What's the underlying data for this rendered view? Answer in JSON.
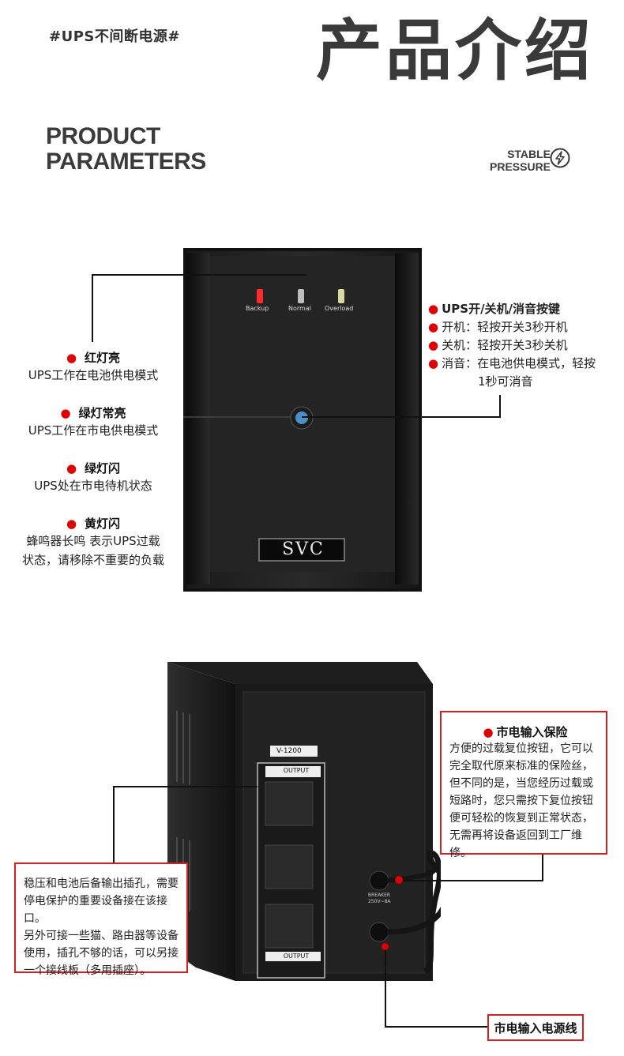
{
  "header": {
    "hashtag": "#UPS不间断电源#",
    "title": "产品介绍",
    "subtitle_line1": "PRODUCT",
    "subtitle_line2": "PARAMETERS",
    "badge_line1": "STABLE",
    "badge_line2": "PRESSURE"
  },
  "front_panel": {
    "leds": [
      "Backup",
      "Normal",
      "Overload"
    ],
    "brand": "SVC"
  },
  "left_notes": [
    {
      "title": "红灯亮",
      "body": [
        "UPS工作在电池供电模式"
      ]
    },
    {
      "title": "绿灯常亮",
      "body": [
        "UPS工作在市电供电模式"
      ]
    },
    {
      "title": "绿灯闪",
      "body": [
        "UPS处在市电待机状态"
      ]
    },
    {
      "title": "黄灯闪",
      "body": [
        "蜂鸣器长鸣 表示UPS过载",
        "状态，请移除不重要的负载"
      ]
    }
  ],
  "right_list": {
    "title": "UPS开/关机/消音按键",
    "items": [
      {
        "label": "开机：",
        "text": "轻按开关3秒开机"
      },
      {
        "label": "关机：",
        "text": "轻按开关3秒关机"
      },
      {
        "label": "消音：",
        "text": "在电池供电模式，轻按"
      }
    ],
    "continuation": "1秒可消音"
  },
  "back_panel": {
    "model": "V-1200",
    "output_label": "OUTPUT",
    "breaker_label": "BREAKER",
    "breaker_rating": "250V~8A"
  },
  "fuse_box": {
    "title": "市电输入保险",
    "lines": [
      "方便的过载复位按钮，它可以",
      "完全取代原来标准的保险丝，",
      "但不同的是，当您经历过载或",
      "短路时，您只需按下复位按钮",
      "便可轻松的恢复到正常状态，",
      "无需再将设备返回到工厂维修。"
    ]
  },
  "output_box": {
    "lines": [
      "稳压和电池后备输出插孔，需要",
      "停电保护的重要设备接在该接口。",
      "另外可接一些猫、路由器等设备",
      "使用，插孔不够的话，可以另接",
      "一个接线板（多用插座）。"
    ]
  },
  "power_cord_label": "市电输入电源线",
  "colors": {
    "accent_red": "#d42020",
    "text_dark": "#3a3a3a"
  }
}
